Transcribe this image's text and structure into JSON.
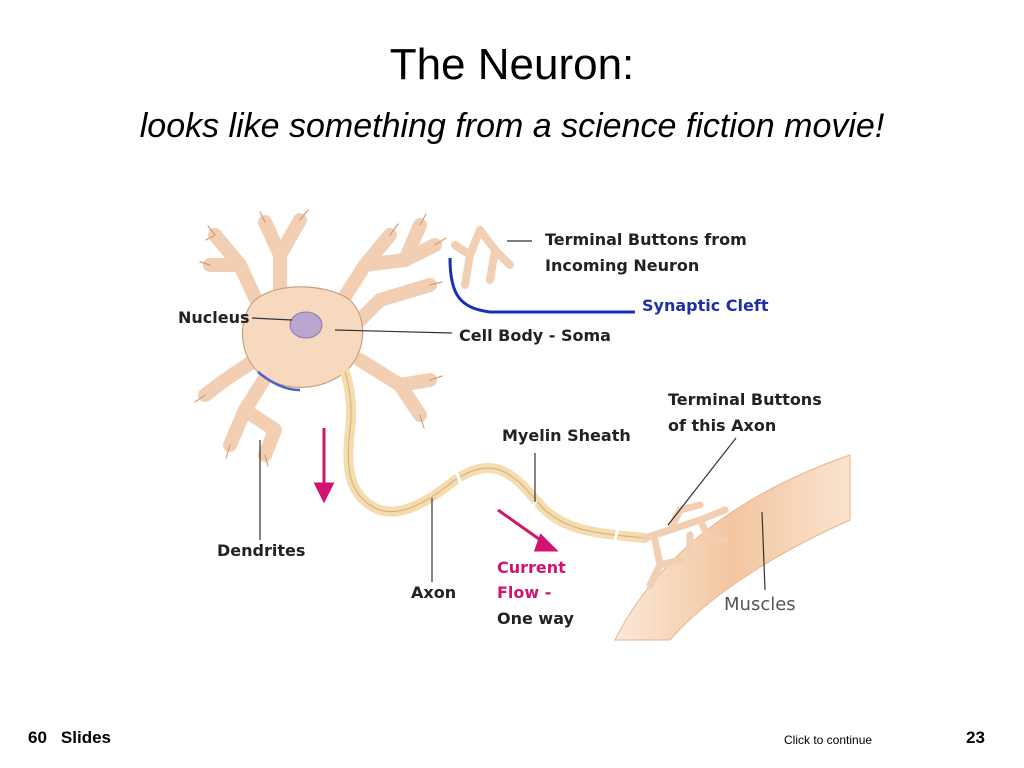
{
  "slide": {
    "title": "The Neuron:",
    "subtitle": "looks like something from a science fiction movie!",
    "page_number": "23"
  },
  "footer": {
    "count": "60",
    "label": "Slides",
    "continue": "Click to continue"
  },
  "diagram": {
    "labels": {
      "terminal_in_1": "Terminal Buttons from",
      "terminal_in_2": "Incoming Neuron",
      "synaptic_cleft": "Synaptic Cleft",
      "nucleus": "Nucleus",
      "cell_body": "Cell Body - Soma",
      "terminal_axon_1": "Terminal Buttons",
      "terminal_axon_2": "of this Axon",
      "myelin": "Myelin Sheath",
      "dendrites": "Dendrites",
      "axon": "Axon",
      "current_1": "Current",
      "current_2": "Flow -",
      "one_way": "One way",
      "muscles": "Muscles"
    },
    "colors": {
      "cell": "#f7d9bf",
      "cell_edge": "#c9a07f",
      "nucleus": "#b9a6cf",
      "axon": "#f4dcae",
      "muscle": "#f3c6a0",
      "synapse_line": "#1a2fb8",
      "arrow": "#d4136f"
    }
  }
}
